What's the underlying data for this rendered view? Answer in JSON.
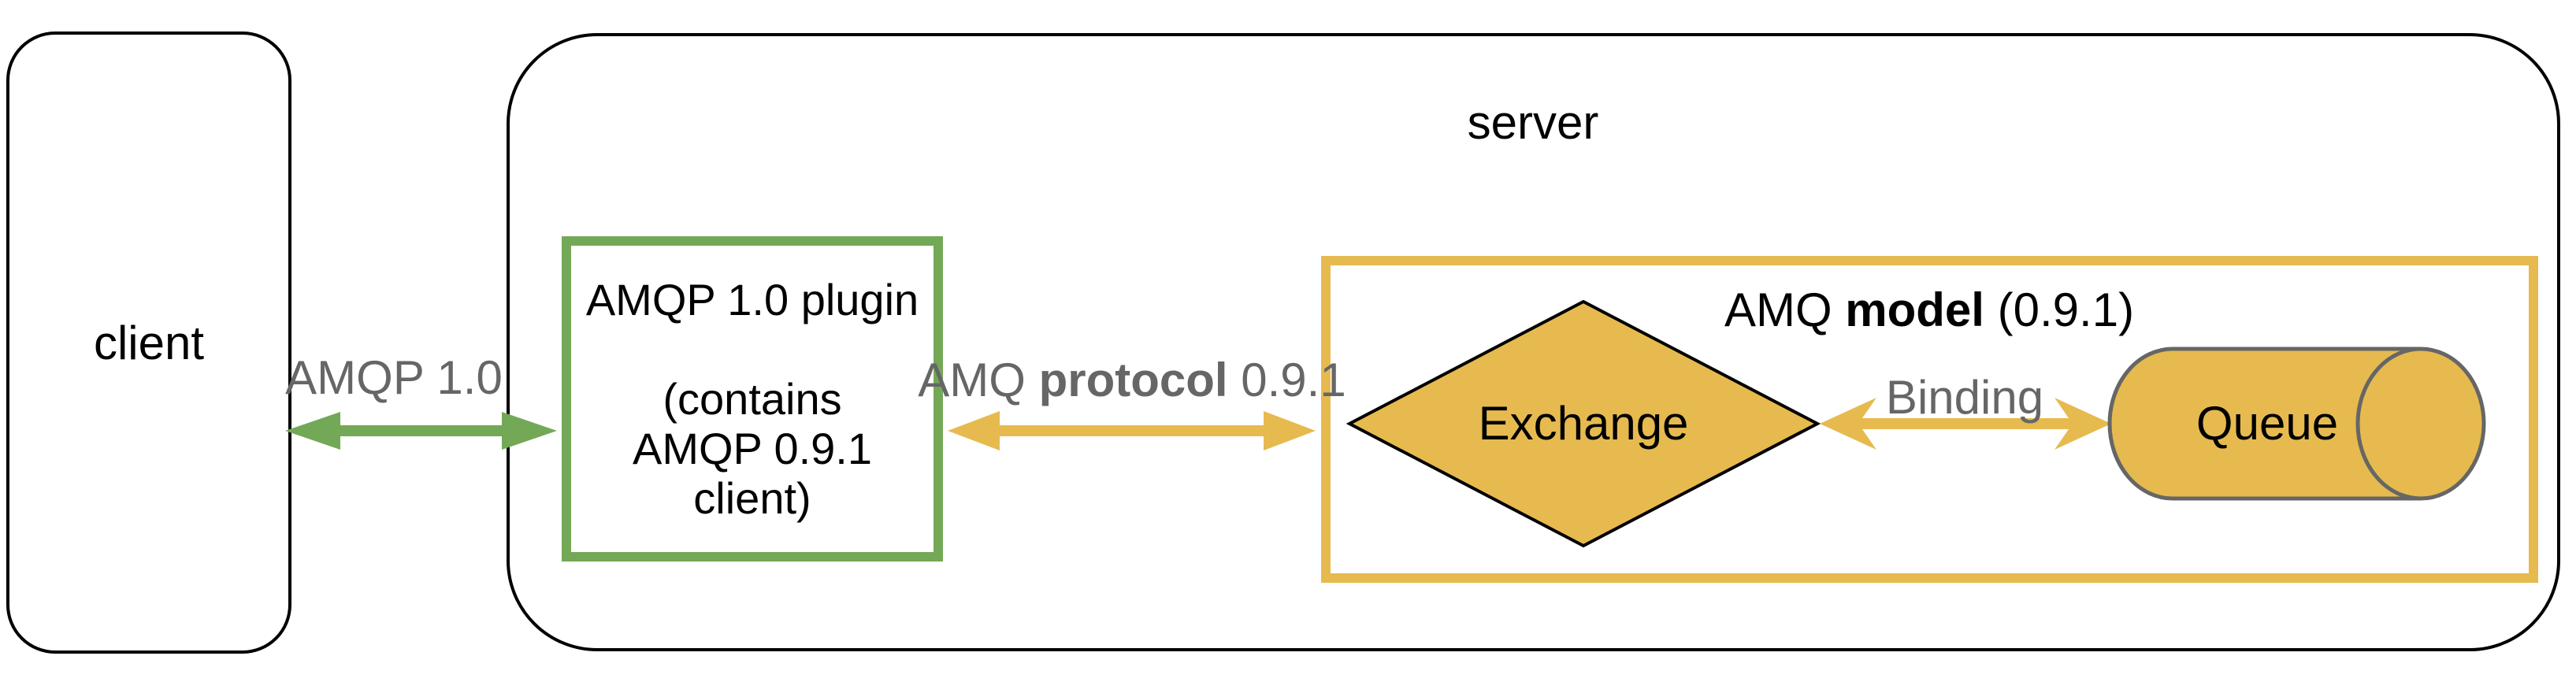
{
  "diagram": {
    "client": {
      "label": "client"
    },
    "server": {
      "label": "server"
    },
    "plugin": {
      "lines": [
        "AMQP 1.0 plugin",
        "",
        "(contains",
        "AMQP 0.9.1",
        "client)"
      ]
    },
    "amqp10_link": {
      "label": "AMQP 1.0"
    },
    "protocol_link": {
      "prefix": "AMQ ",
      "bold": "protocol",
      "suffix": " 0.9.1"
    },
    "model": {
      "prefix": "AMQ ",
      "bold": "model",
      "suffix": " (0.9.1)"
    },
    "exchange": {
      "label": "Exchange"
    },
    "binding": {
      "label": "Binding"
    },
    "queue": {
      "label": "Queue"
    },
    "colors": {
      "green": "#73a857",
      "yellow": "#e6ba4f",
      "gray_label": "#666666",
      "queue_stroke": "#666666",
      "shape_outline": "#000000"
    }
  }
}
